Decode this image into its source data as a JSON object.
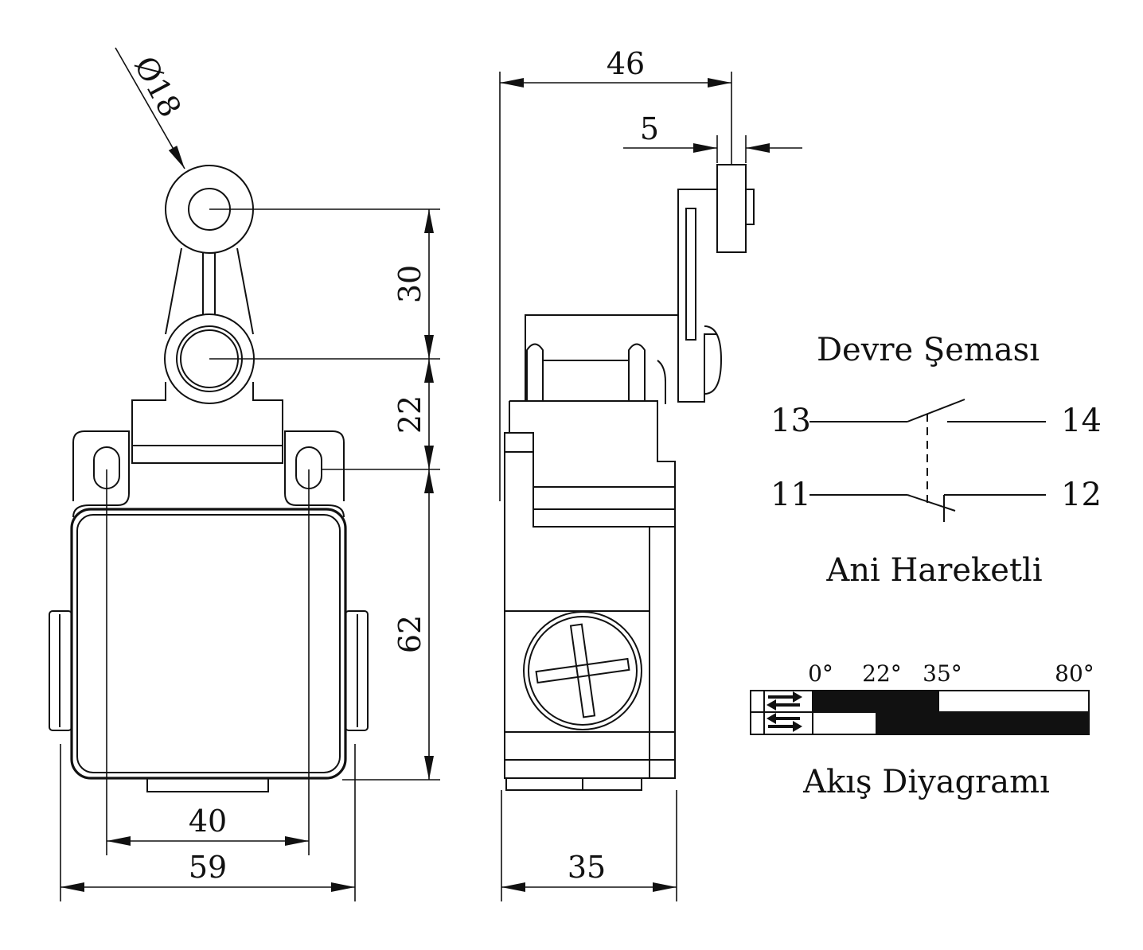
{
  "front_view": {
    "roller_diameter": "Ø18",
    "dim_top_lever": "30",
    "dim_mid_lever": "22",
    "dim_body_height": "62",
    "dim_hole_spacing": "40",
    "dim_body_width": "59"
  },
  "side_view": {
    "dim_total_depth": "46",
    "dim_roller_width": "5",
    "dim_body_depth": "35"
  },
  "circuit": {
    "title": "Devre Şeması",
    "terminal_13": "13",
    "terminal_14": "14",
    "terminal_11": "11",
    "terminal_12": "12",
    "type_label": "Ani Hareketli"
  },
  "flow_diagram": {
    "title": "Akış Diyagramı",
    "angles": [
      "0°",
      "22°",
      "35°",
      "80°"
    ],
    "rows": [
      {
        "direction": "forward",
        "icon": "arrows-right-left-icon",
        "on_from": "0°",
        "on_to": "35°"
      },
      {
        "direction": "return",
        "icon": "arrows-left-right-icon",
        "on_from": "22°",
        "on_to": "80°"
      }
    ],
    "fill_color": "#111111"
  }
}
